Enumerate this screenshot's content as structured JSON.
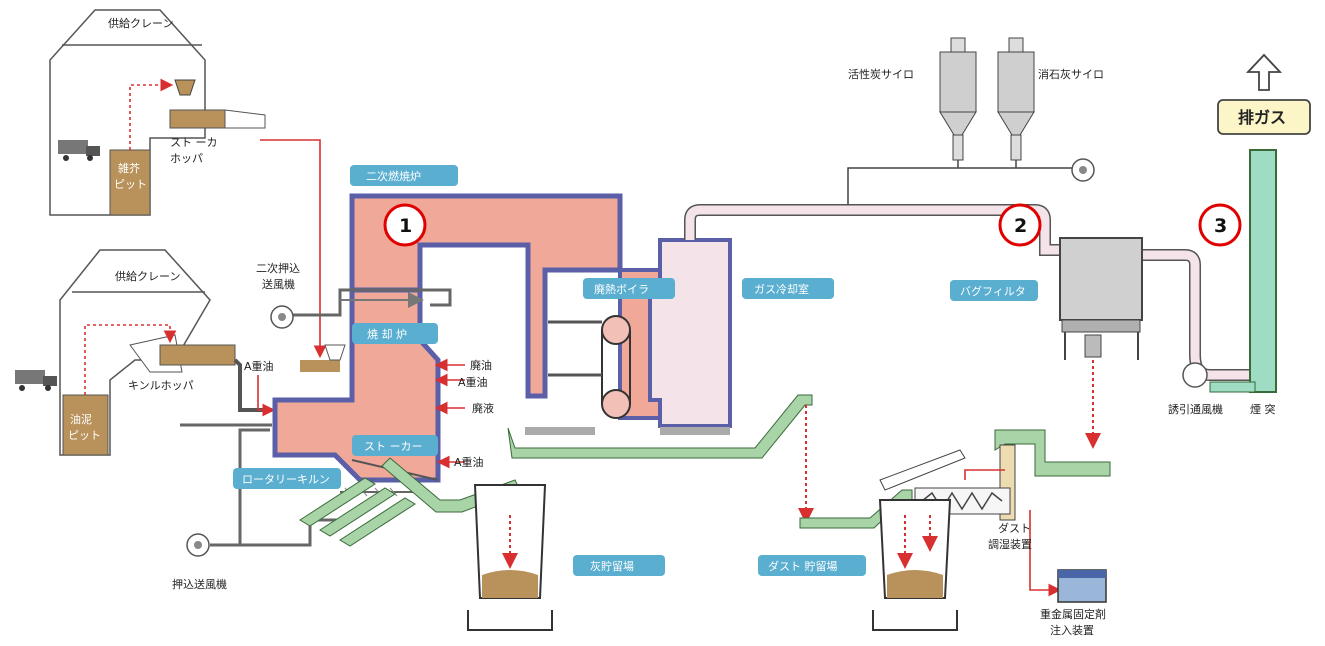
{
  "labels": {
    "supply_crane_1": "供給クレーン",
    "stoker_hopper": "スト ーカ\nホッパ",
    "pit_misc": "雑芥\nピット",
    "supply_crane_2": "供給クレーン",
    "kiln_hopper": "キンルホッパ",
    "pit_sludge": "油泥\nピット",
    "heavy_oil_a_1": "A重油",
    "secondary_fan": "二次押込\n送風機",
    "secondary_combustor": "二次燃焼炉",
    "incinerator": "焼 却 炉",
    "waste_oil": "廃油",
    "heavy_oil_a_2": "A重油",
    "waste_liquid": "廃液",
    "stoker": "スト ーカー",
    "heavy_oil_a_3": "A重油",
    "rotary_kiln": "ロータリーキルン",
    "forced_fan": "押込送風機",
    "ash_storage": "灰貯留場",
    "waste_heat_boiler": "廃熱ボイラ",
    "gas_cooling_chamber": "ガス冷却室",
    "activated_carbon_silo": "活性炭サイロ",
    "slaked_lime_silo": "消石灰サイロ",
    "bag_filter": "バグフィルタ",
    "induced_fan": "誘引通風機",
    "chimney": "煙 突",
    "exhaust_gas": "排ガス",
    "dust_conditioner": "ダスト\n調湿装置",
    "dust_storage": "ダスト 貯留場",
    "heavy_metal_injector": "重金属固定剤\n注入装置"
  },
  "markers": [
    "1",
    "2",
    "3"
  ],
  "colors": {
    "furnace_fill": "#f0a898",
    "furnace_wall": "#5a5fa8",
    "duct_fill": "#f4e4ea",
    "conveyor_fill": "#a8d4a8",
    "conveyor_stroke": "#3a6a3a",
    "badge_fill": "#5aaed0",
    "pit_fill": "#b8925a",
    "arrow_red": "#d83030",
    "marker_ring": "#e00000",
    "exhaust_box": "#fbf5c8",
    "chimney_fill": "#9fdcc4"
  }
}
